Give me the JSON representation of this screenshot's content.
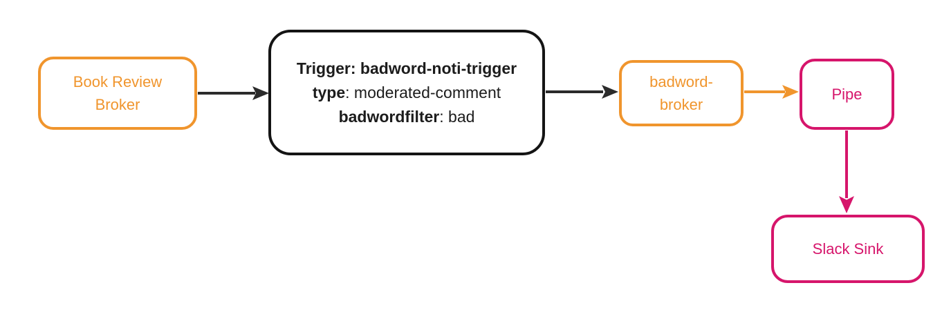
{
  "colors": {
    "orange": "#F0952D",
    "pink": "#D6156B",
    "node_black_border": "#141414",
    "arrow_dark": "#2B2B2B"
  },
  "nodes": {
    "book_review_broker": {
      "lines": [
        "Book Review",
        "Broker"
      ]
    },
    "trigger": {
      "lines": [
        {
          "bold": "Trigger: badword-noti-trigger",
          "normal": ""
        },
        {
          "bold": "type",
          "normal": ": moderated-comment"
        },
        {
          "bold": "badwordfilter",
          "normal": ": bad"
        }
      ]
    },
    "badword_broker": {
      "lines": [
        "badword-",
        "broker"
      ]
    },
    "pipe": {
      "label": "Pipe"
    },
    "slack_sink": {
      "label": "Slack Sink"
    }
  },
  "edges": [
    {
      "from": "book-review-broker",
      "to": "trigger",
      "color": "#2B2B2B"
    },
    {
      "from": "trigger",
      "to": "badword-broker",
      "color": "#2B2B2B"
    },
    {
      "from": "badword-broker",
      "to": "pipe",
      "color": "#F0952D"
    },
    {
      "from": "pipe",
      "to": "slack-sink",
      "color": "#D6156B"
    }
  ]
}
